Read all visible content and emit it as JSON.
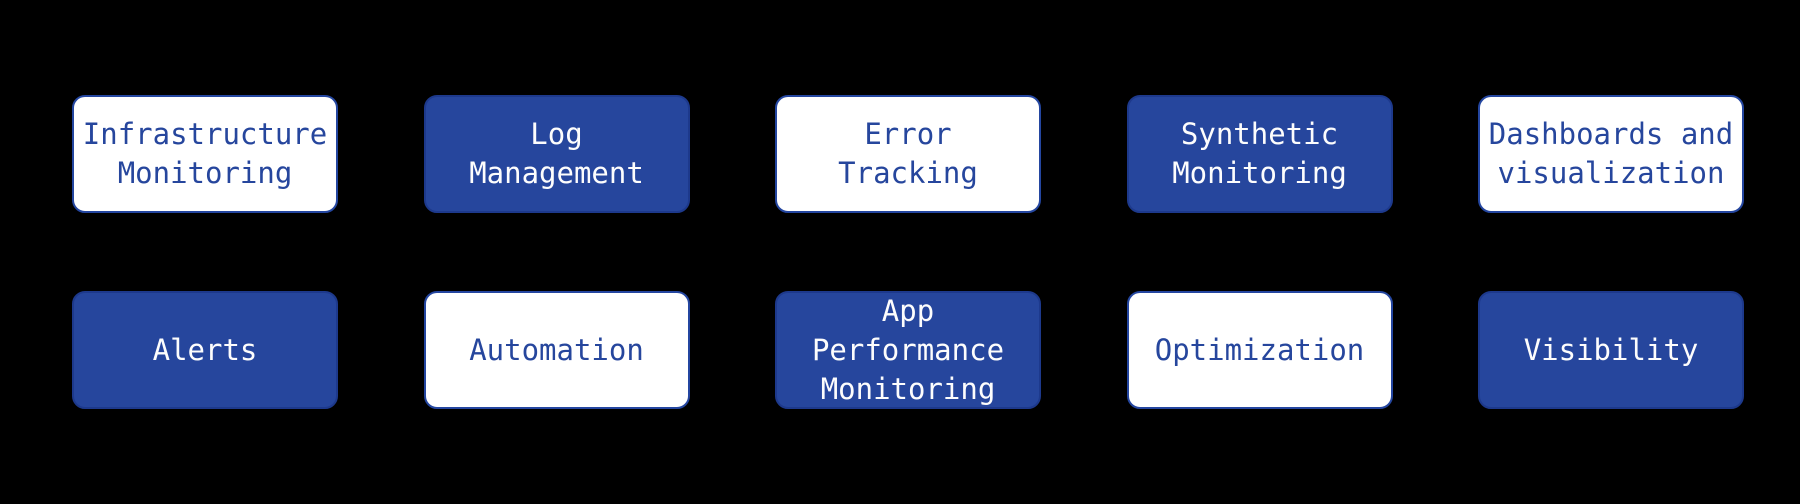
{
  "canvas": {
    "background": "#000000"
  },
  "palette": {
    "node_fill_blue": "#26469D",
    "node_fill_white": "#FFFFFF",
    "node_border_blue": "#2446A0",
    "text_on_blue": "#FDFDFD",
    "text_on_white": "#26469D"
  },
  "diagram": {
    "rows": [
      {
        "items": [
          {
            "label": "Infrastructure\nMonitoring",
            "style": "outline"
          },
          {
            "label": "Log\nManagement",
            "style": "filled"
          },
          {
            "label": "Error\nTracking",
            "style": "outline"
          },
          {
            "label": "Synthetic\nMonitoring",
            "style": "filled"
          },
          {
            "label": "Dashboards and\nvisualization",
            "style": "outline"
          }
        ]
      },
      {
        "items": [
          {
            "label": "Alerts",
            "style": "filled"
          },
          {
            "label": "Automation",
            "style": "outline"
          },
          {
            "label": "App\nPerformance\nMonitoring",
            "style": "filled"
          },
          {
            "label": "Optimization",
            "style": "outline"
          },
          {
            "label": "Visibility",
            "style": "filled"
          }
        ]
      }
    ]
  }
}
